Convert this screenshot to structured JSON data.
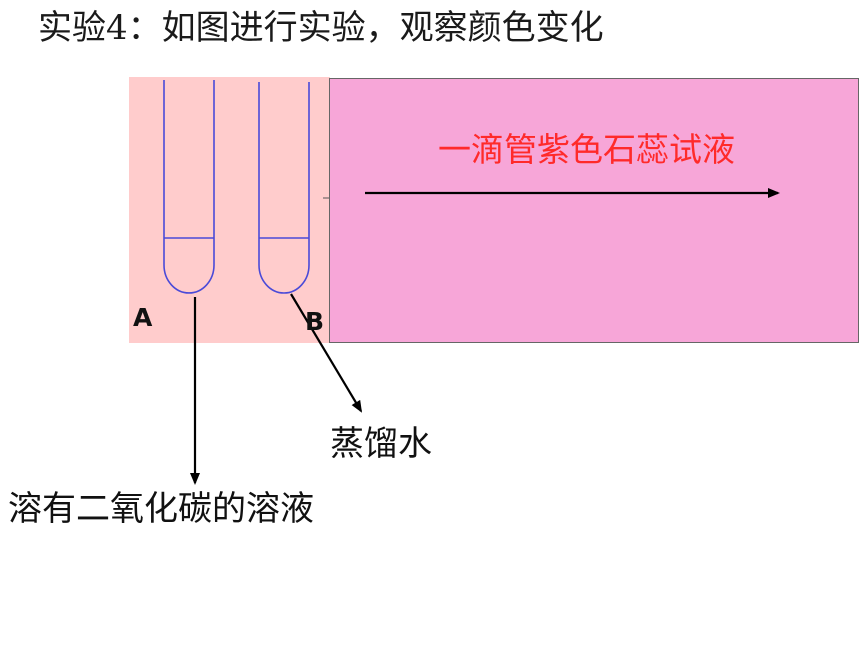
{
  "title": "实验4：如图进行实验，观察颜色变化",
  "dropper_label": "一滴管紫色石蕊试液",
  "tubes": {
    "a_label": "A",
    "b_label": "B"
  },
  "annotations": {
    "distilled_water": "蒸馏水",
    "co2_solution": "溶有二氧化碳的溶液"
  },
  "colors": {
    "tube_panel_bg": "#ffcccc",
    "overlay_bg": "#f7a6d8",
    "tube_outline": "#4a4ad8",
    "dropper_text": "#ff2a2a"
  }
}
